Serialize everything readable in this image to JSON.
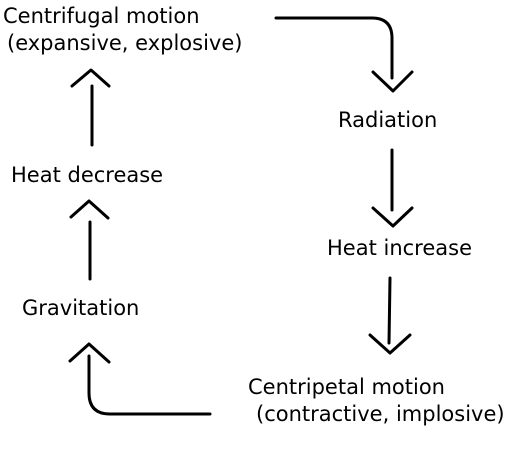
{
  "diagram": {
    "nodes": {
      "centrifugal": {
        "title": "Centrifugal motion",
        "subtitle": "(expansive, explosive)"
      },
      "radiation": {
        "label": "Radiation"
      },
      "heat_increase": {
        "label": "Heat increase"
      },
      "centripetal": {
        "title": "Centripetal motion",
        "subtitle": "(contractive, implosive)"
      },
      "gravitation": {
        "label": "Gravitation"
      },
      "heat_decrease": {
        "label": "Heat decrease"
      }
    },
    "edges": [
      {
        "from": "centrifugal",
        "to": "radiation"
      },
      {
        "from": "radiation",
        "to": "heat_increase"
      },
      {
        "from": "heat_increase",
        "to": "centripetal"
      },
      {
        "from": "centripetal",
        "to": "gravitation"
      },
      {
        "from": "gravitation",
        "to": "heat_decrease"
      },
      {
        "from": "heat_decrease",
        "to": "centrifugal"
      }
    ],
    "stroke_color": "#000000",
    "text_color": "#000000",
    "background_color": "#ffffff"
  }
}
